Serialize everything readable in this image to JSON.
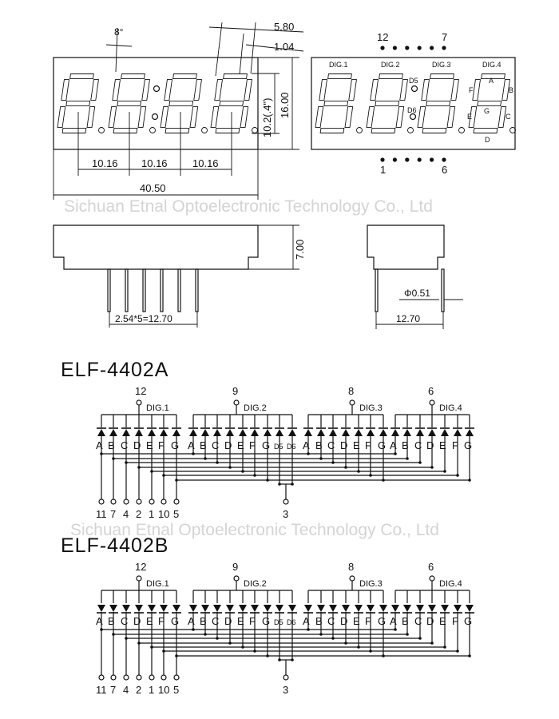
{
  "watermark": "Sichuan Etnal Optoelectronic Technology Co., Ltd",
  "front_view": {
    "angle": "8°",
    "digit_pitch": [
      "10.16",
      "10.16",
      "10.16"
    ],
    "width": "40.50",
    "height": "16.00",
    "digit_height": "10.2(.4\")",
    "seg_width": "5.80",
    "seg_thickness": "1.04"
  },
  "pin_view": {
    "top_pin_labels": [
      "12",
      "7"
    ],
    "bottom_pin_labels": [
      "1",
      "6"
    ],
    "digit_labels": [
      "DIG.1",
      "DIG.2",
      "DIG.3",
      "DIG.4"
    ],
    "segment_labels": [
      "A",
      "B",
      "C",
      "D",
      "E",
      "F",
      "G"
    ],
    "dp_labels": [
      "D5",
      "D6"
    ]
  },
  "side_view": {
    "pin_span": "2.54*5=12.70",
    "height": "7.00"
  },
  "end_view": {
    "pin_diameter": "Φ0.51",
    "row_spacing": "12.70"
  },
  "schematics": [
    {
      "title": "ELF-4402A",
      "type": "common-anode",
      "common_pins": [
        "12",
        "9",
        "8",
        "6"
      ],
      "digits": [
        "DIG.1",
        "DIG.2",
        "DIG.3",
        "DIG.4"
      ],
      "segment_pins": [
        "11",
        "7",
        "4",
        "2",
        "1",
        "10",
        "5"
      ],
      "dp_pin": "3"
    },
    {
      "title": "ELF-4402B",
      "type": "common-cathode",
      "common_pins": [
        "12",
        "9",
        "8",
        "6"
      ],
      "digits": [
        "DIG.1",
        "DIG.2",
        "DIG.3",
        "DIG.4"
      ],
      "segment_pins": [
        "11",
        "7",
        "4",
        "2",
        "1",
        "10",
        "5"
      ],
      "dp_pin": "3"
    }
  ]
}
